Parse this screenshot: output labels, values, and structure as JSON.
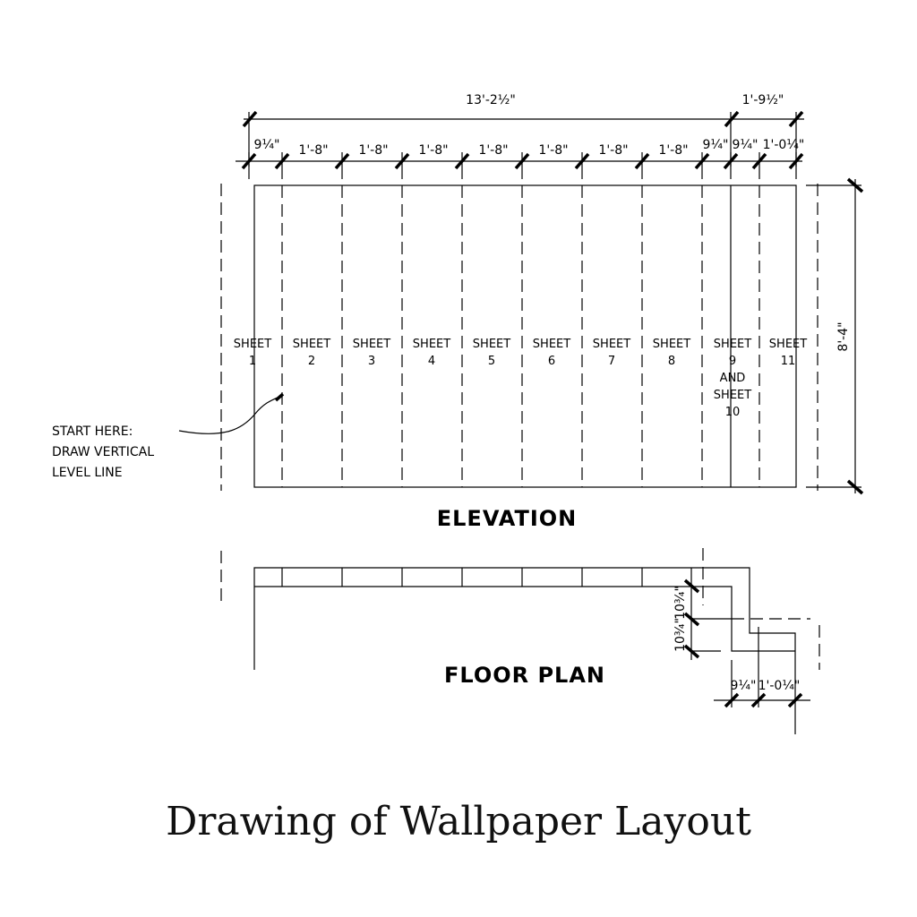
{
  "dimensions": {
    "overall": "13'-2½\"",
    "right_overall": "1'-9½\"",
    "height": "8'-4\"",
    "segments": [
      "9¼\"",
      "1'-8\"",
      "1'-8\"",
      "1'-8\"",
      "1'-8\"",
      "1'-8\"",
      "1'-8\"",
      "1'-8\"",
      "9¼\"",
      "9¼\"",
      "1'-0¼\""
    ],
    "plan_vertical": [
      "10¾\"",
      "10¾\""
    ],
    "plan_horizontal": [
      "9¼\"",
      "1'-0¼\""
    ]
  },
  "sheets": [
    {
      "l1": "SHEET",
      "l2": "1"
    },
    {
      "l1": "SHEET",
      "l2": "2"
    },
    {
      "l1": "SHEET",
      "l2": "3"
    },
    {
      "l1": "SHEET",
      "l2": "4"
    },
    {
      "l1": "SHEET",
      "l2": "5"
    },
    {
      "l1": "SHEET",
      "l2": "6"
    },
    {
      "l1": "SHEET",
      "l2": "7"
    },
    {
      "l1": "SHEET",
      "l2": "8"
    },
    {
      "l1": "SHEET",
      "l2": "9",
      "l3": "AND",
      "l4": "SHEET",
      "l5": "10"
    },
    {
      "l1": "SHEET",
      "l2": "11"
    }
  ],
  "note": {
    "line1": "START HERE:",
    "line2": "DRAW VERTICAL",
    "line3": "LEVEL LINE"
  },
  "titles": {
    "elevation": "ELEVATION",
    "floor_plan": "FLOOR PLAN"
  },
  "caption": "Drawing of Wallpaper Layout"
}
